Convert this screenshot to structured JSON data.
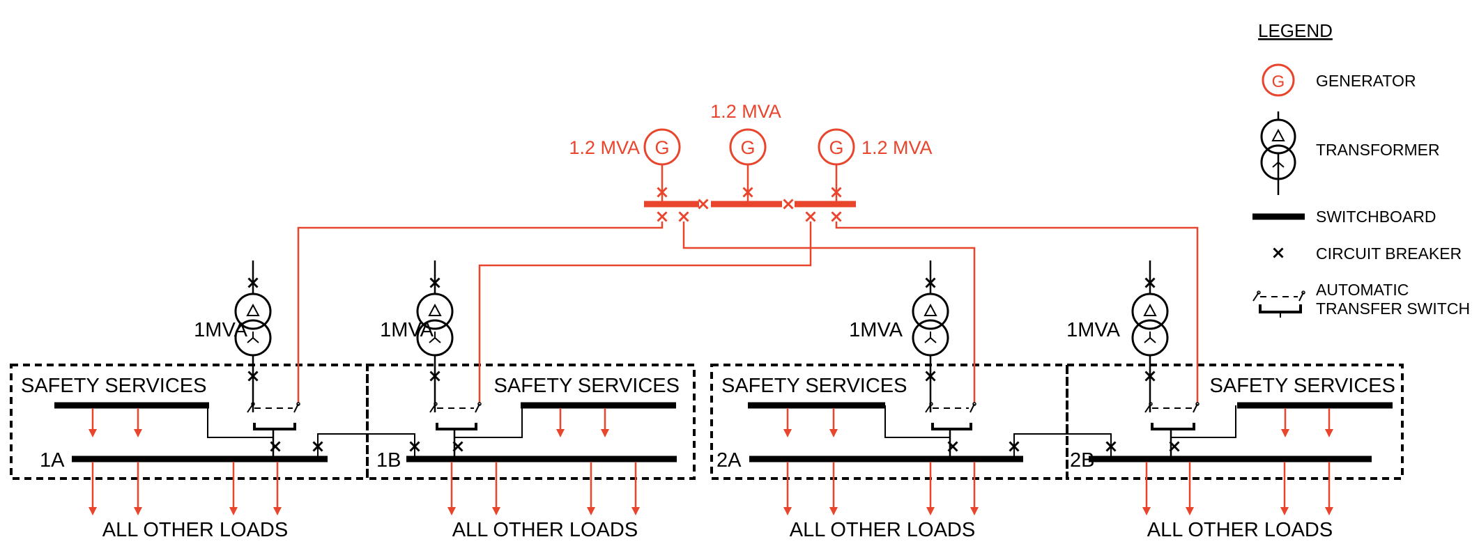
{
  "colors": {
    "line": "#000000",
    "red": "#e8452c",
    "background": "#ffffff"
  },
  "generators": {
    "symbol": "G",
    "left_rating": "1.2 MVA",
    "center_rating": "1.2 MVA",
    "right_rating": "1.2 MVA"
  },
  "zones": [
    {
      "id": "1A",
      "safety_label": "SAFETY SERVICES",
      "loads_label": "ALL OTHER LOADS",
      "transformer_rating": "1MVA"
    },
    {
      "id": "1B",
      "safety_label": "SAFETY SERVICES",
      "loads_label": "ALL OTHER LOADS",
      "transformer_rating": "1MVA"
    },
    {
      "id": "2A",
      "safety_label": "SAFETY SERVICES",
      "loads_label": "ALL OTHER LOADS",
      "transformer_rating": "1MVA"
    },
    {
      "id": "2B",
      "safety_label": "SAFETY SERVICES",
      "loads_label": "ALL OTHER LOADS",
      "transformer_rating": "1MVA"
    }
  ],
  "legend": {
    "title": "LEGEND",
    "generator": "GENERATOR",
    "generator_symbol": "G",
    "transformer": "TRANSFORMER",
    "switchboard": "SWITCHBOARD",
    "circuit_breaker": "CIRCUIT BREAKER",
    "ats_line1": "AUTOMATIC",
    "ats_line2": "TRANSFER SWITCH"
  }
}
